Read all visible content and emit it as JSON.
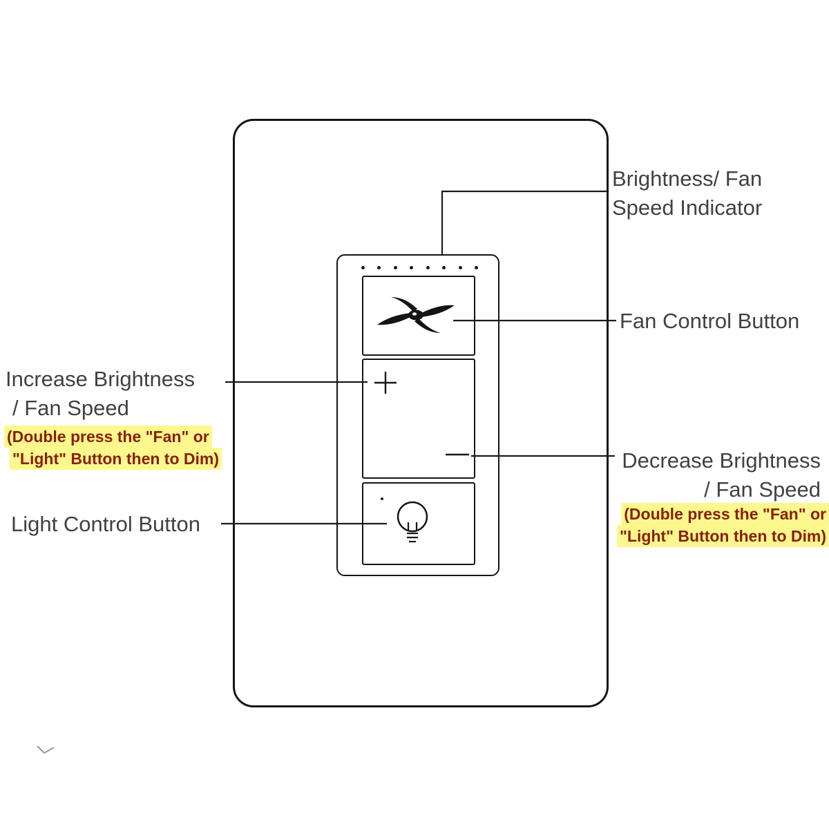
{
  "device": {
    "type": "fan-light wall switch diagram",
    "indicator_dots": 8,
    "icons": {
      "fan": "fan-icon",
      "increase": "plus-icon",
      "decrease": "minus-icon",
      "light": "light-bulb-icon"
    },
    "plus_symbol": "+",
    "minus_symbol": "−"
  },
  "annotations": {
    "indicator": {
      "line1": "Brightness/ Fan",
      "line2": "Speed Indicator"
    },
    "fan_button": {
      "label": "Fan Control Button"
    },
    "increase": {
      "line1": "Increase Brightness",
      "line2": "/ Fan Speed"
    },
    "note_left": {
      "line1": "(Double press the \"Fan\" or",
      "line2": "\"Light\" Button then to Dim)"
    },
    "decrease": {
      "line1": "Decrease Brightness",
      "line2": "/ Fan Speed"
    },
    "note_right": {
      "line1": "(Double press the \"Fan\" or",
      "line2": "\"Light\" Button then to Dim)"
    },
    "light_button": {
      "label": "Light Control Button"
    }
  },
  "colors": {
    "label_text": "#414141",
    "note_text": "#8b1e04",
    "highlight": "#fcf88e",
    "line": "#1a1a1a"
  }
}
